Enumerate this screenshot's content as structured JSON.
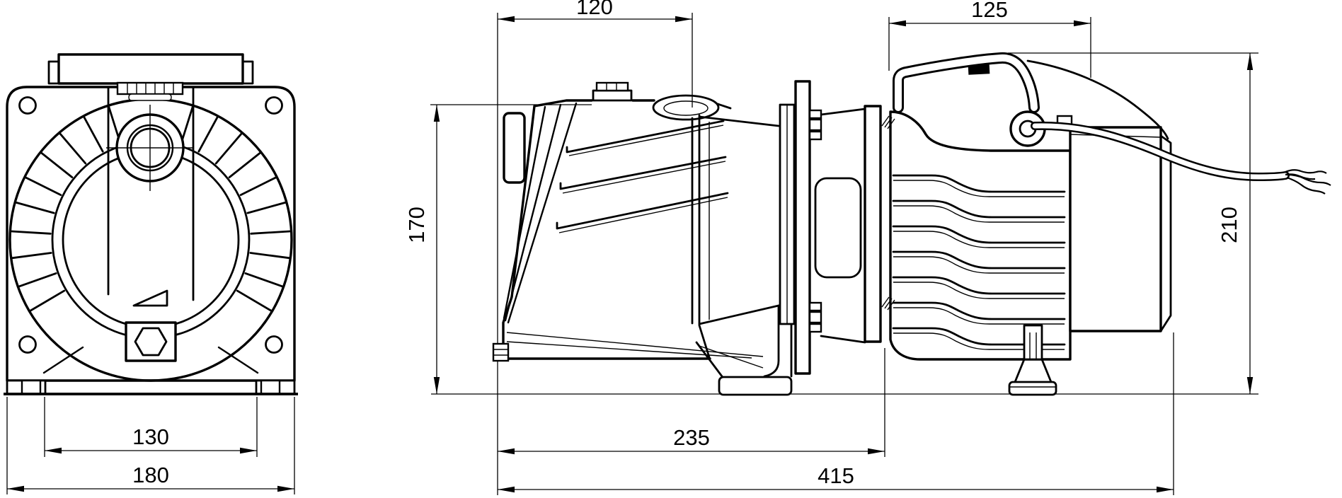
{
  "dims": {
    "d120": "120",
    "d125": "125",
    "d130": "130",
    "d170": "170",
    "d180": "180",
    "d210": "210",
    "d235": "235",
    "d415": "415"
  },
  "colors": {
    "line": "#000000",
    "background": "#ffffff"
  }
}
